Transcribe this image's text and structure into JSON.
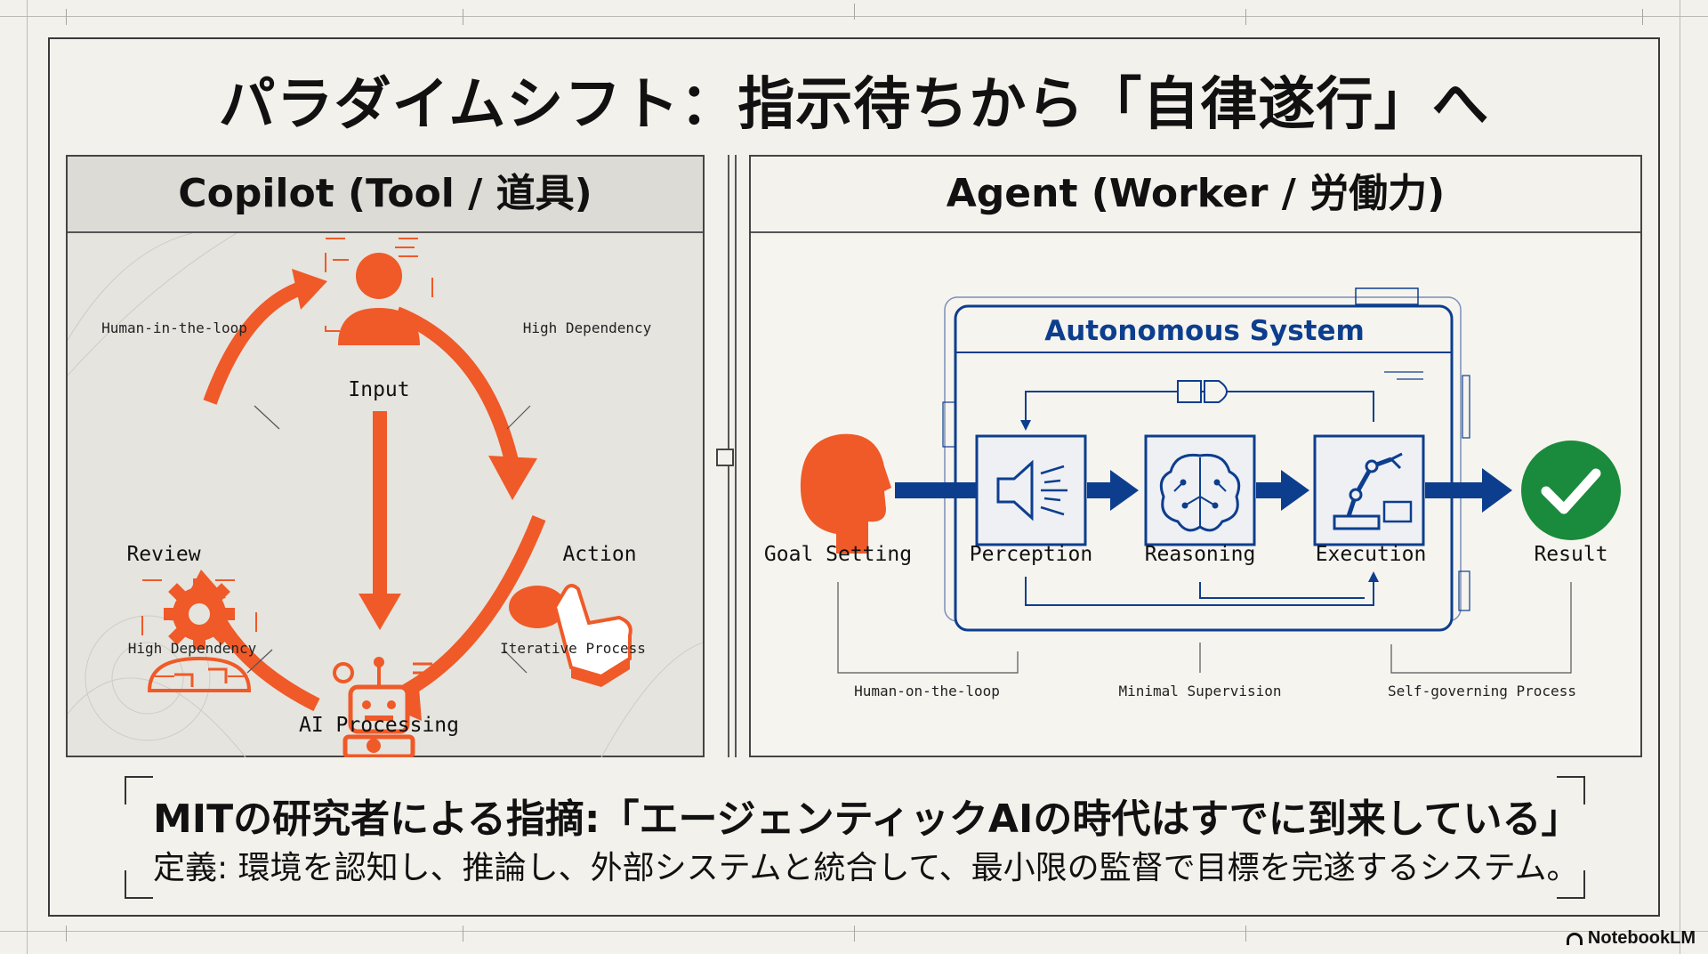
{
  "title": "パラダイムシフト：指示待ちから「自律遂行」へ",
  "left_panel": {
    "heading": "Copilot (Tool / 道具)",
    "nodes": {
      "input": "Input",
      "action": "Action",
      "ai_processing": "AI Processing",
      "review": "Review"
    },
    "annotations": {
      "human_in_loop": "Human-in-the-loop",
      "high_dependency_top": "High Dependency",
      "high_dependency_bottom": "High Dependency",
      "iterative_process": "Iterative Process"
    }
  },
  "right_panel": {
    "heading": "Agent (Worker / 労働力)",
    "system_title": "Autonomous System",
    "nodes": {
      "goal_setting": "Goal Setting",
      "perception": "Perception",
      "reasoning": "Reasoning",
      "execution": "Execution",
      "result": "Result"
    },
    "annotations": {
      "human_on_loop": "Human-on-the-loop",
      "minimal_supervision": "Minimal Supervision",
      "self_governing": "Self-governing Process"
    }
  },
  "quote": "MITの研究者による指摘:「エージェンティックAIの時代はすでに到来している」",
  "definition": "定義: 環境を認知し、推論し、外部システムと統合して、最小限の監督で目標を完遂するシステム。",
  "brand": "NotebookLM",
  "colors": {
    "accent_orange": "#ef5a28",
    "navy": "#0d3e8e",
    "green": "#1a8a3c"
  }
}
